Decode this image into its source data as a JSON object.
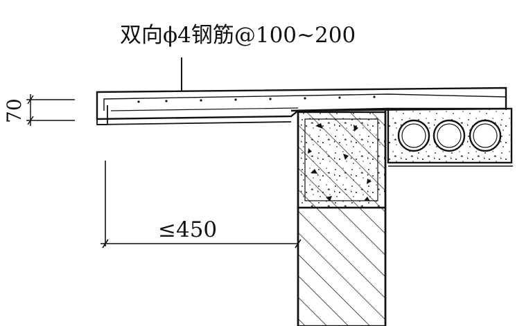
{
  "labels": {
    "rebar_callout": "双向ϕ4钢筋@100~200",
    "slab_thickness": "70",
    "overhang_limit": "≤450"
  }
}
